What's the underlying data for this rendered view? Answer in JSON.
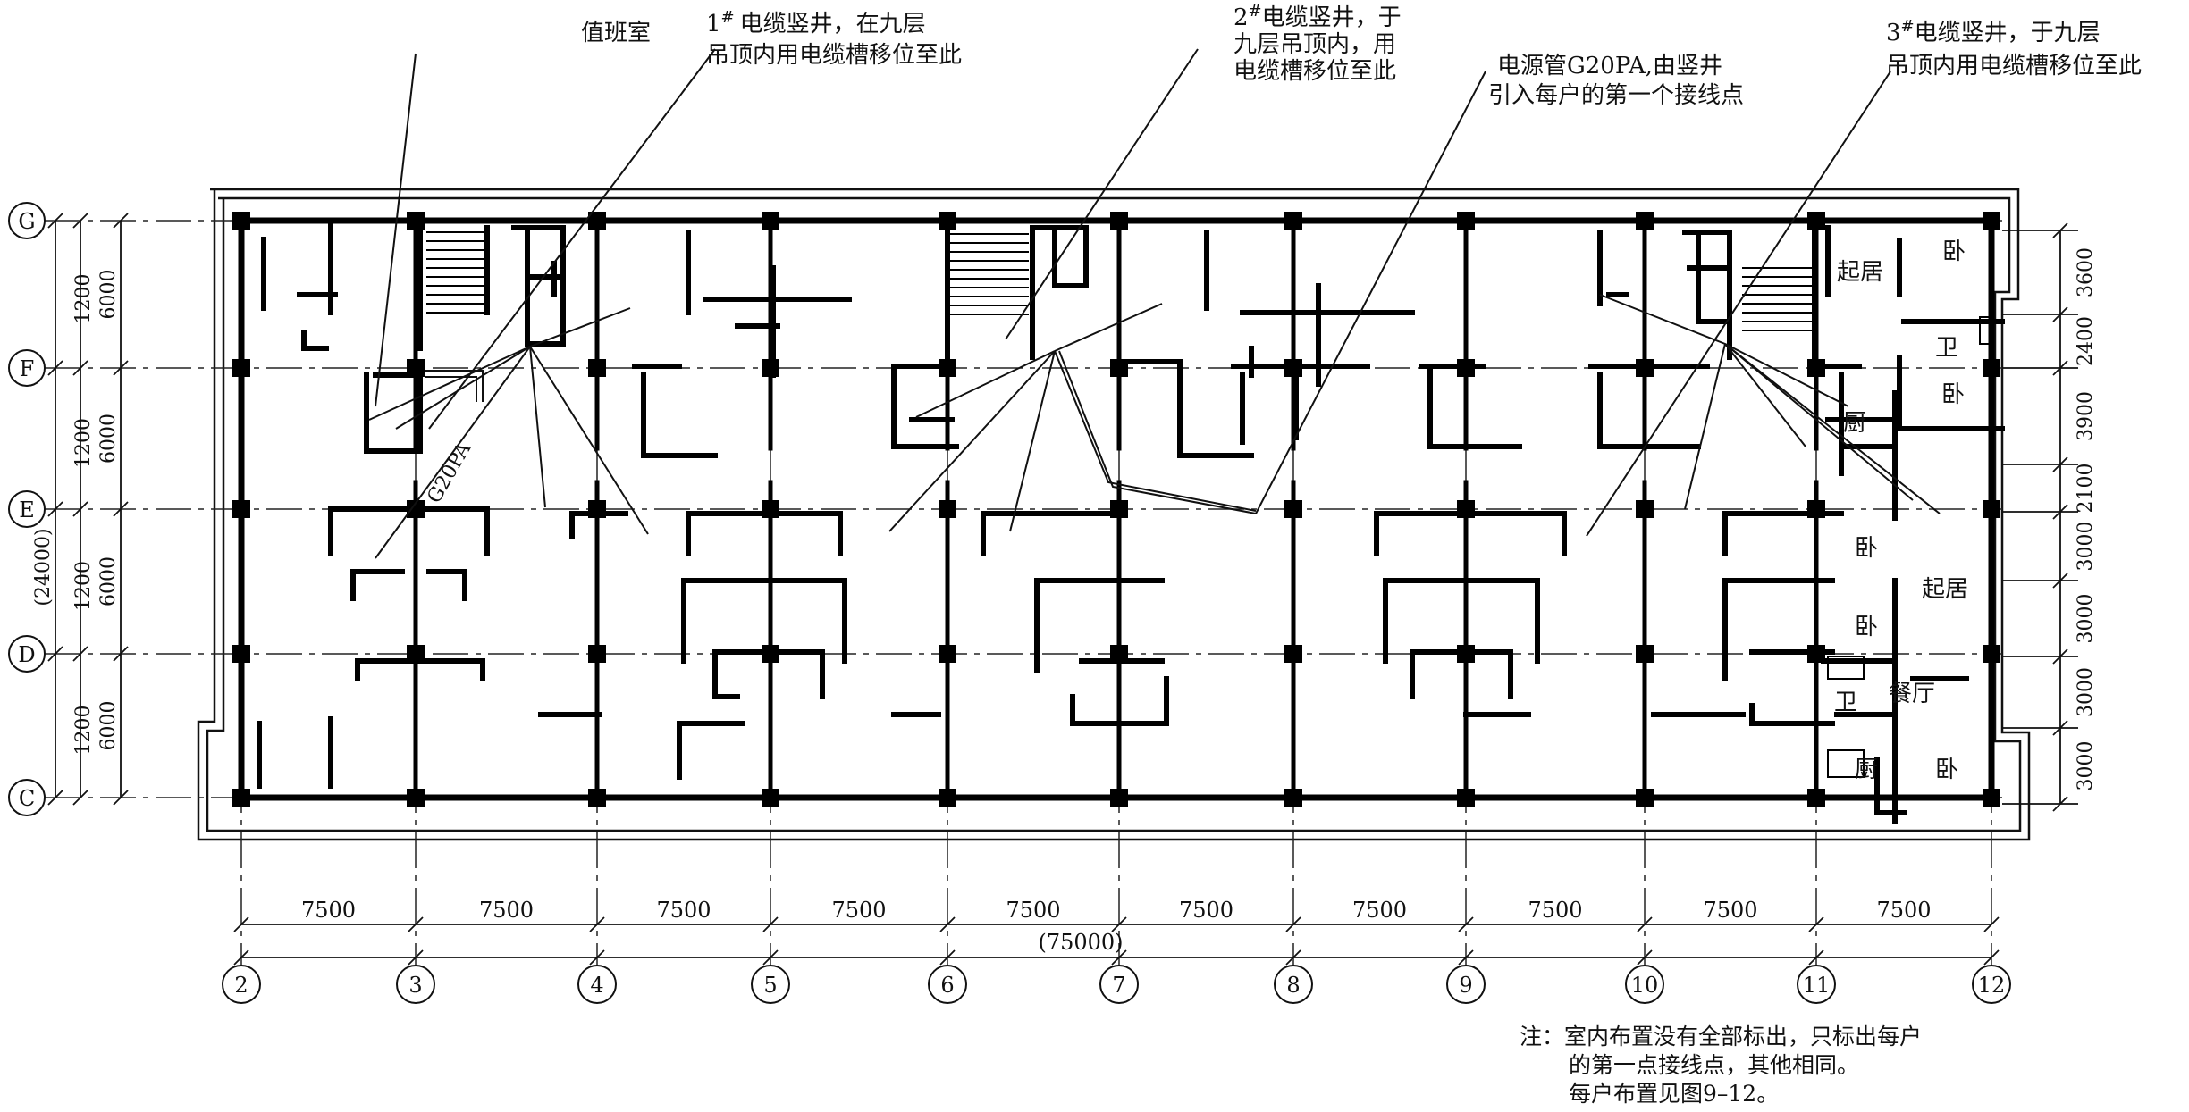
{
  "annotations": {
    "duty_room": "值班室",
    "shaft1_line1": "1",
    "shaft1_sup": "#",
    "shaft1_text1": "电缆竖井，在九层",
    "shaft1_line2": "吊顶内用电缆槽移位至此",
    "shaft2_num": "2",
    "shaft2_sup": "#",
    "shaft2_text1": "电缆竖井，于",
    "shaft2_line2": "九层吊顶内，用",
    "shaft2_line3": "电缆槽移位至此",
    "power_line1": "电源管G20PA,由竖井",
    "power_line2": "引入每户的第一个接线点",
    "shaft3_num": "3",
    "shaft3_sup": "#",
    "shaft3_text1": "电缆竖井，于九层",
    "shaft3_line2": "吊顶内用电缆槽移位至此",
    "pipe_label": "G20PA"
  },
  "rooms": {
    "qiju1": "起居",
    "wo1": "卧",
    "wei1": "卫",
    "wo2": "卧",
    "chu1": "厨",
    "wo3": "卧",
    "qiju2": "起居",
    "wo4": "卧",
    "canting": "餐厅",
    "wei2": "卫",
    "chu2": "厨",
    "wo5": "卧"
  },
  "row_axes": [
    "G",
    "F",
    "E",
    "D",
    "C"
  ],
  "col_axes": [
    "2",
    "3",
    "4",
    "5",
    "6",
    "7",
    "8",
    "9",
    "10",
    "11",
    "12"
  ],
  "left_dims": {
    "inner": [
      "1200",
      "1200",
      "1200",
      "1200"
    ],
    "outer": [
      "6000",
      "6000",
      "6000",
      "6000"
    ],
    "total": "(24000)"
  },
  "right_dims": [
    "3600",
    "2400",
    "3900",
    "2100",
    "3000",
    "3000",
    "3000",
    "3000"
  ],
  "bottom_dims": {
    "spans": [
      "7500",
      "7500",
      "7500",
      "7500",
      "7500",
      "7500",
      "7500",
      "7500",
      "7500",
      "7500"
    ],
    "total": "(75000)"
  },
  "note": {
    "line1": "注：室内布置没有全部标出，只标出每户",
    "line2": "的第一点接线点，其他相同。",
    "line3": "每户布置见图9–12。"
  }
}
